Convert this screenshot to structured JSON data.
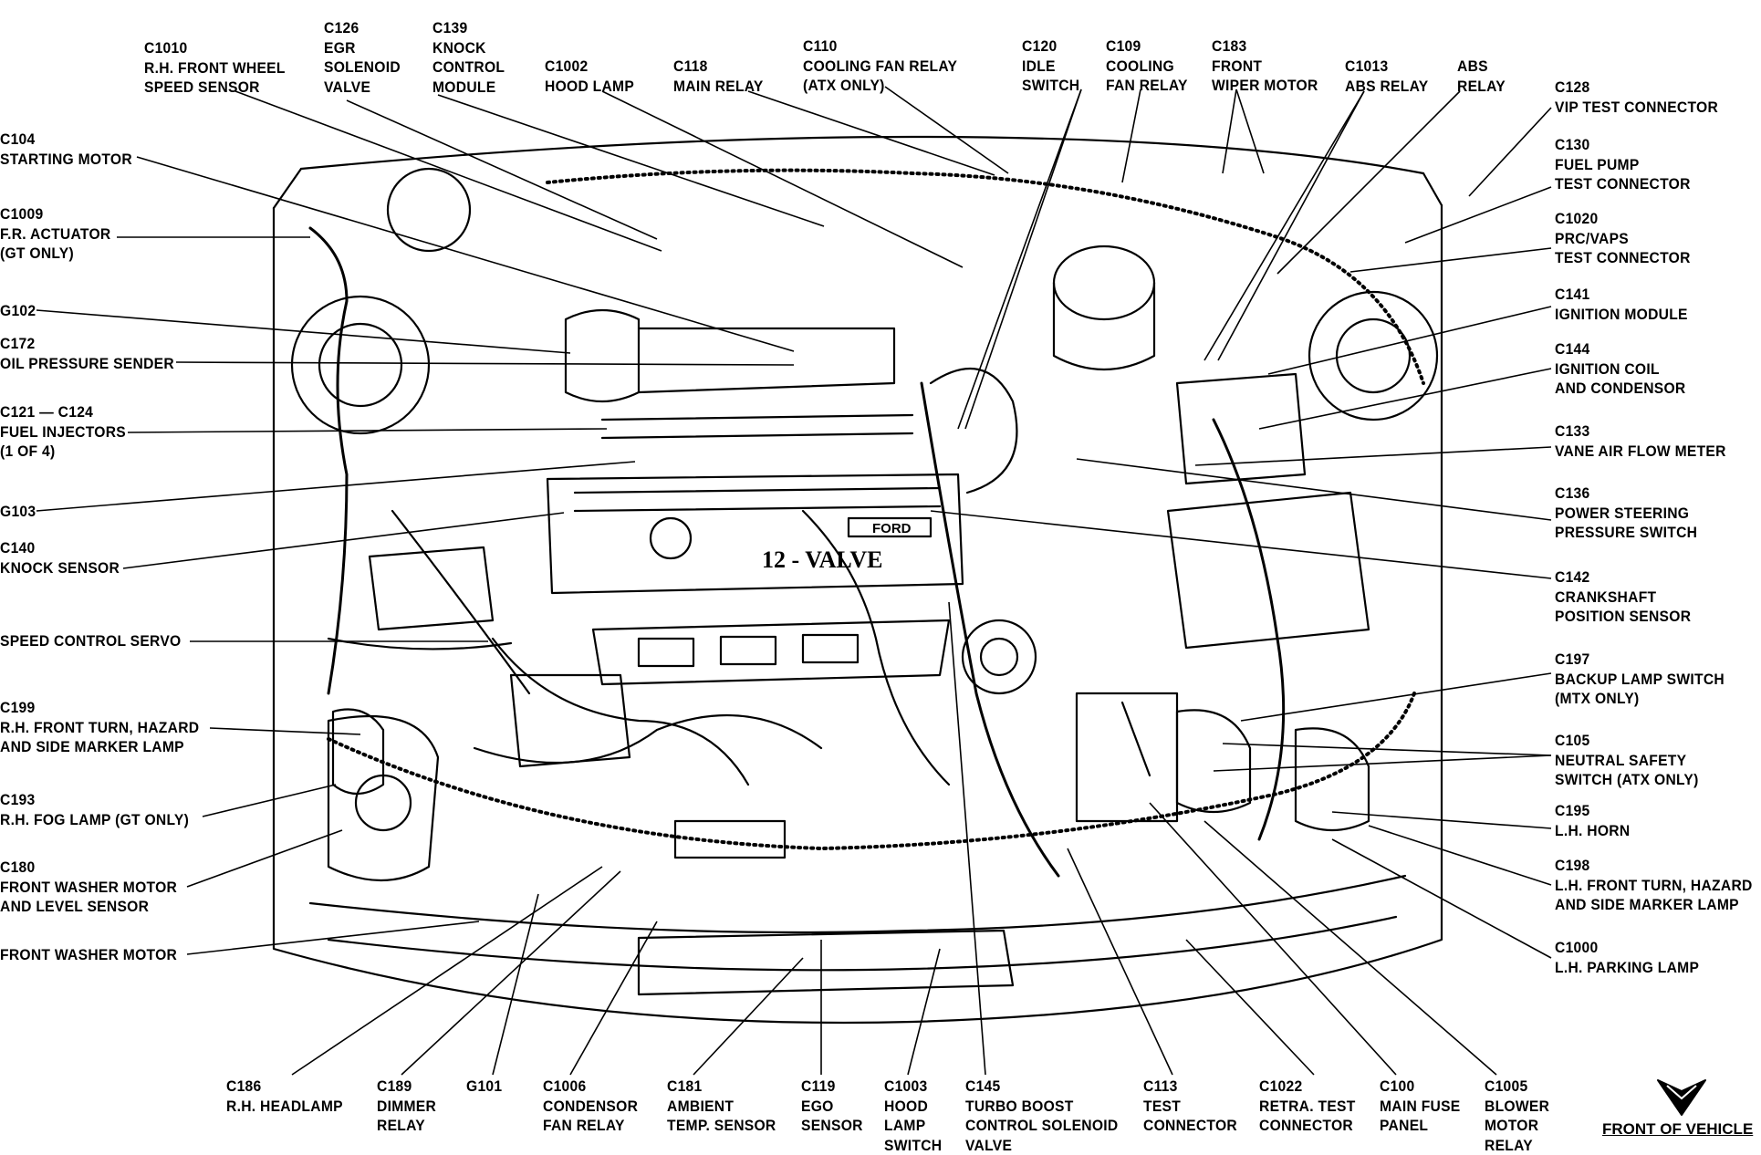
{
  "labels": {
    "c1010": "C1010\nR.H. FRONT WHEEL\nSPEED SENSOR",
    "c126": "C126\nEGR\nSOLENOID\nVALVE",
    "c139": "C139\nKNOCK\nCONTROL\nMODULE",
    "c1002": "C1002\nHOOD LAMP",
    "c118": "C118\nMAIN RELAY",
    "c110": "C110\nCOOLING FAN RELAY\n(ATX ONLY)",
    "c120": "C120\nIDLE\nSWITCH",
    "c109": "C109\nCOOLING\nFAN RELAY",
    "c183": "C183\nFRONT\nWIPER MOTOR",
    "c1013": "C1013\nABS RELAY",
    "abs": "ABS\nRELAY",
    "c104": "C104\nSTARTING MOTOR",
    "c1009": "C1009\nF.R. ACTUATOR\n(GT ONLY)",
    "g102": "G102",
    "c172": "C172\nOIL PRESSURE SENDER",
    "c121": "C121 — C124\nFUEL INJECTORS\n(1 OF 4)",
    "g103": "G103",
    "c140": "C140\nKNOCK SENSOR",
    "servo": "SPEED CONTROL SERVO",
    "c199": "C199\nR.H. FRONT TURN, HAZARD\nAND SIDE MARKER LAMP",
    "c193": "C193\nR.H. FOG LAMP (GT ONLY)",
    "c180": "C180\nFRONT WASHER MOTOR\nAND LEVEL SENSOR",
    "washer": "FRONT WASHER MOTOR",
    "c128": "C128\nVIP TEST CONNECTOR",
    "c130": "C130\nFUEL PUMP\nTEST CONNECTOR",
    "c1020": "C1020\nPRC/VAPS\nTEST CONNECTOR",
    "c141": "C141\nIGNITION MODULE",
    "c144": "C144\nIGNITION COIL\nAND CONDENSOR",
    "c133": "C133\nVANE AIR FLOW METER",
    "c136": "C136\nPOWER STEERING\nPRESSURE SWITCH",
    "c142": "C142\nCRANKSHAFT\nPOSITION SENSOR",
    "c197": "C197\nBACKUP LAMP SWITCH\n(MTX ONLY)",
    "c105": "C105\nNEUTRAL SAFETY\nSWITCH (ATX ONLY)",
    "c195": "C195\nL.H. HORN",
    "c198": "C198\nL.H. FRONT TURN, HAZARD\nAND SIDE MARKER LAMP",
    "c1000": "C1000\nL.H. PARKING LAMP",
    "c186": "C186\nR.H. HEADLAMP",
    "c189": "C189\nDIMMER\nRELAY",
    "g101": "G101",
    "c1006": "C1006\nCONDENSOR\nFAN RELAY",
    "c181": "C181\nAMBIENT\nTEMP. SENSOR",
    "c119": "C119\nEGO\nSENSOR",
    "c1003": "C1003\nHOOD\nLAMP\nSWITCH",
    "c145": "C145\nTURBO BOOST\nCONTROL SOLENOID\nVALVE",
    "c113": "C113\nTEST\nCONNECTOR",
    "c1022": "C1022\nRETRA. TEST\nCONNECTOR",
    "c100": "C100\nMAIN FUSE\nPANEL",
    "c1005": "C1005\nBLOWER\nMOTOR\nRELAY",
    "front": "FRONT OF VEHICLE",
    "ford": "FORD",
    "valve": "12 - VALVE"
  }
}
